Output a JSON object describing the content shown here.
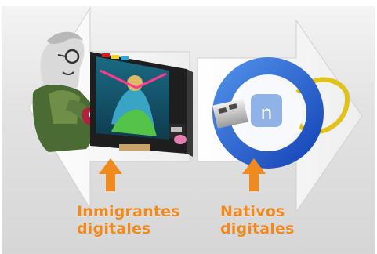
{
  "slide": {
    "left_caption": "Inmigrantes\ndigitales",
    "right_caption": "Nativos\ndigitales",
    "left_arrow_icon": "up-arrow-icon",
    "right_arrow_icon": "up-arrow-icon",
    "left_image": "grandfather-playing-videogame-illustration",
    "right_image": "usb-flash-drive-icon",
    "accent_color": "#f08a1e",
    "arrow_fill": "#ffffff"
  }
}
